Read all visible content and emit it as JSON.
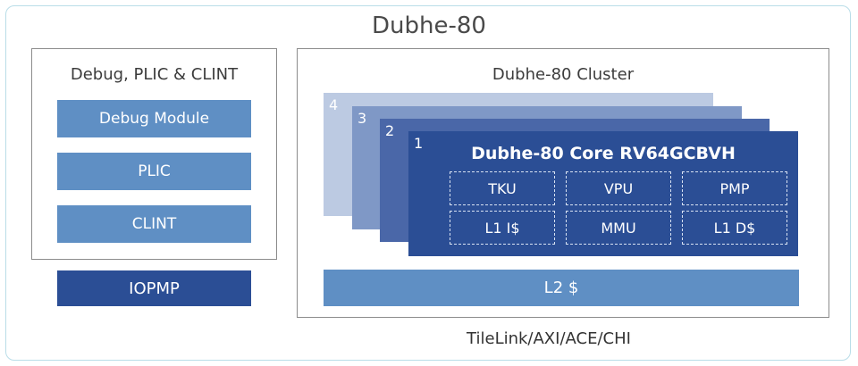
{
  "title": "Dubhe-80",
  "left_panel": {
    "title": "Debug, PLIC & CLINT",
    "blocks": [
      "Debug Module",
      "PLIC",
      "CLINT"
    ]
  },
  "iopmp": "IOPMP",
  "cluster": {
    "title": "Dubhe-80 Cluster",
    "layers": [
      "4",
      "3",
      "2",
      "1"
    ],
    "core": {
      "title": "Dubhe-80 Core RV64GCBVH",
      "units": [
        "TKU",
        "VPU",
        "PMP",
        "L1 I$",
        "MMU",
        "L1 D$"
      ]
    },
    "l2": "L2 $"
  },
  "bus": "TileLink/AXI/ACE/CHI",
  "colors": {
    "frame_border": "#b9dde8",
    "block_mid": "#5f8fc4",
    "block_dark": "#2b4e95",
    "layer_4": "#bccae2",
    "layer_3": "#7f98c6",
    "layer_2": "#4a67a8",
    "layer_1": "#2b4e95"
  }
}
